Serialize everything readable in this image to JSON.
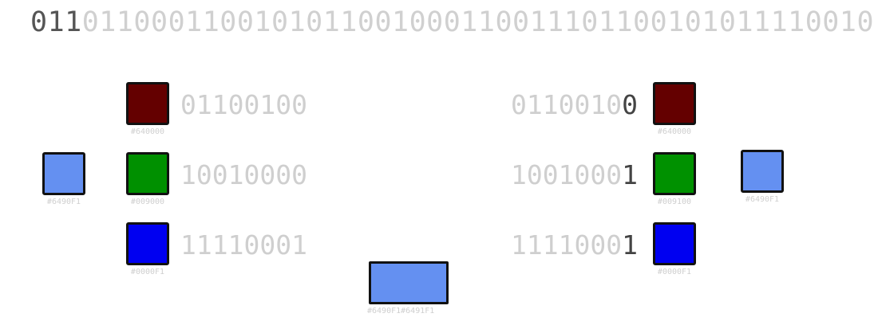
{
  "header": {
    "bits_highlight": "011",
    "bits_rest": "0110001100101011001000110011101100101011110010"
  },
  "left": {
    "red": {
      "bits": "01100100",
      "hex": "#640000",
      "color": "#640000"
    },
    "green": {
      "bits": "10010000",
      "hex": "#009000",
      "color": "#009000"
    },
    "blue": {
      "bits": "11110001",
      "hex": "#0000F1",
      "color": "#0000F1"
    },
    "result": {
      "hex": "#6490F1",
      "color": "#6490F1"
    }
  },
  "right": {
    "red": {
      "bits_lo": "0110010",
      "bits_hi": "0",
      "hex": "#640000",
      "color": "#640000"
    },
    "green": {
      "bits_lo": "1001000",
      "bits_hi": "1",
      "hex": "#009100",
      "color": "#009100"
    },
    "blue": {
      "bits_lo": "1111000",
      "bits_hi": "1",
      "hex": "#0000F1",
      "color": "#0000F1"
    },
    "result": {
      "hex": "#6490F1",
      "color": "#6490F1"
    }
  },
  "comparison": {
    "label": "#6490F1#6491F1",
    "color": "#6490F1"
  },
  "venn": {
    "red": "#640000",
    "green": "#009000",
    "blue": "#0000F1"
  }
}
